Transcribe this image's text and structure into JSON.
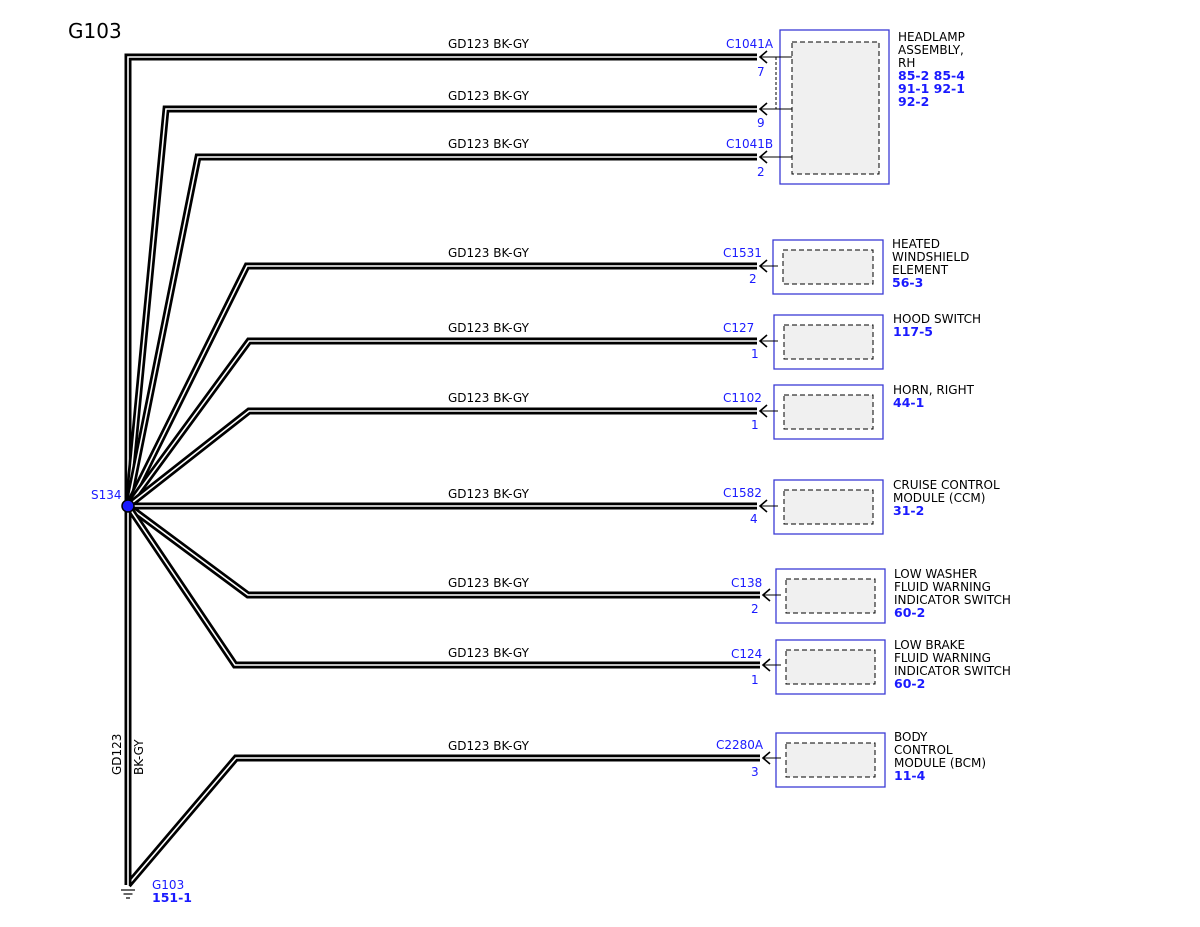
{
  "title": "G103",
  "splice": {
    "label": "S134"
  },
  "ground": {
    "label": "G103",
    "ref": "151-1",
    "wire_code": "GD123",
    "wire_color": "BK-GY"
  },
  "colors": {
    "accent": "#1a1aff",
    "wire": "#000000",
    "box_border": "#3b3bd6",
    "box_fill": "#f0f0f0"
  },
  "wires": [
    {
      "code": "GD123",
      "color": "BK-GY",
      "connector": "C1041A",
      "pin": "7"
    },
    {
      "code": "GD123",
      "color": "BK-GY",
      "connector": "",
      "pin": "9"
    },
    {
      "code": "GD123",
      "color": "BK-GY",
      "connector": "C1041B",
      "pin": "2"
    },
    {
      "code": "GD123",
      "color": "BK-GY",
      "connector": "C1531",
      "pin": "2"
    },
    {
      "code": "GD123",
      "color": "BK-GY",
      "connector": "C127",
      "pin": "1"
    },
    {
      "code": "GD123",
      "color": "BK-GY",
      "connector": "C1102",
      "pin": "1"
    },
    {
      "code": "GD123",
      "color": "BK-GY",
      "connector": "C1582",
      "pin": "4"
    },
    {
      "code": "GD123",
      "color": "BK-GY",
      "connector": "C138",
      "pin": "2"
    },
    {
      "code": "GD123",
      "color": "BK-GY",
      "connector": "C124",
      "pin": "1"
    },
    {
      "code": "GD123",
      "color": "BK-GY",
      "connector": "C2280A",
      "pin": "3"
    }
  ],
  "components": [
    {
      "name_lines": [
        "HEADLAMP",
        "ASSEMBLY,",
        "RH"
      ],
      "ref_lines": [
        "85-2  85-4",
        "91-1  92-1",
        "92-2"
      ]
    },
    {
      "name_lines": [
        "HEATED",
        "WINDSHIELD",
        "ELEMENT"
      ],
      "ref_lines": [
        "56-3"
      ]
    },
    {
      "name_lines": [
        "HOOD SWITCH"
      ],
      "ref_lines": [
        "117-5"
      ]
    },
    {
      "name_lines": [
        "HORN, RIGHT"
      ],
      "ref_lines": [
        "44-1"
      ]
    },
    {
      "name_lines": [
        "CRUISE CONTROL",
        "MODULE (CCM)"
      ],
      "ref_lines": [
        "31-2"
      ]
    },
    {
      "name_lines": [
        "LOW WASHER",
        "FLUID WARNING",
        "INDICATOR SWITCH"
      ],
      "ref_lines": [
        "60-2"
      ]
    },
    {
      "name_lines": [
        "LOW BRAKE",
        "FLUID WARNING",
        "INDICATOR SWITCH"
      ],
      "ref_lines": [
        "60-2"
      ]
    },
    {
      "name_lines": [
        "BODY",
        "CONTROL",
        "MODULE (BCM)"
      ],
      "ref_lines": [
        "11-4"
      ]
    }
  ]
}
